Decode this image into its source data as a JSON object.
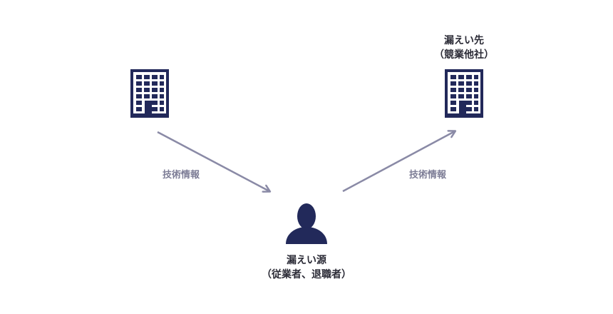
{
  "left_node": {
    "icon": "office-building-icon"
  },
  "right_node": {
    "icon": "office-building-icon",
    "label_line1": "漏えい先",
    "label_line2": "（競業他社）"
  },
  "center_node": {
    "icon": "person-icon",
    "label_line1": "漏えい源",
    "label_line2": "（従業者、退職者）"
  },
  "arrows": {
    "left_label": "技術情報",
    "right_label": "技術情報"
  },
  "colors": {
    "icon": "#22295a",
    "arrow": "#8a8aa6",
    "flow_text": "#7d7d96",
    "text": "#2b2b36"
  }
}
